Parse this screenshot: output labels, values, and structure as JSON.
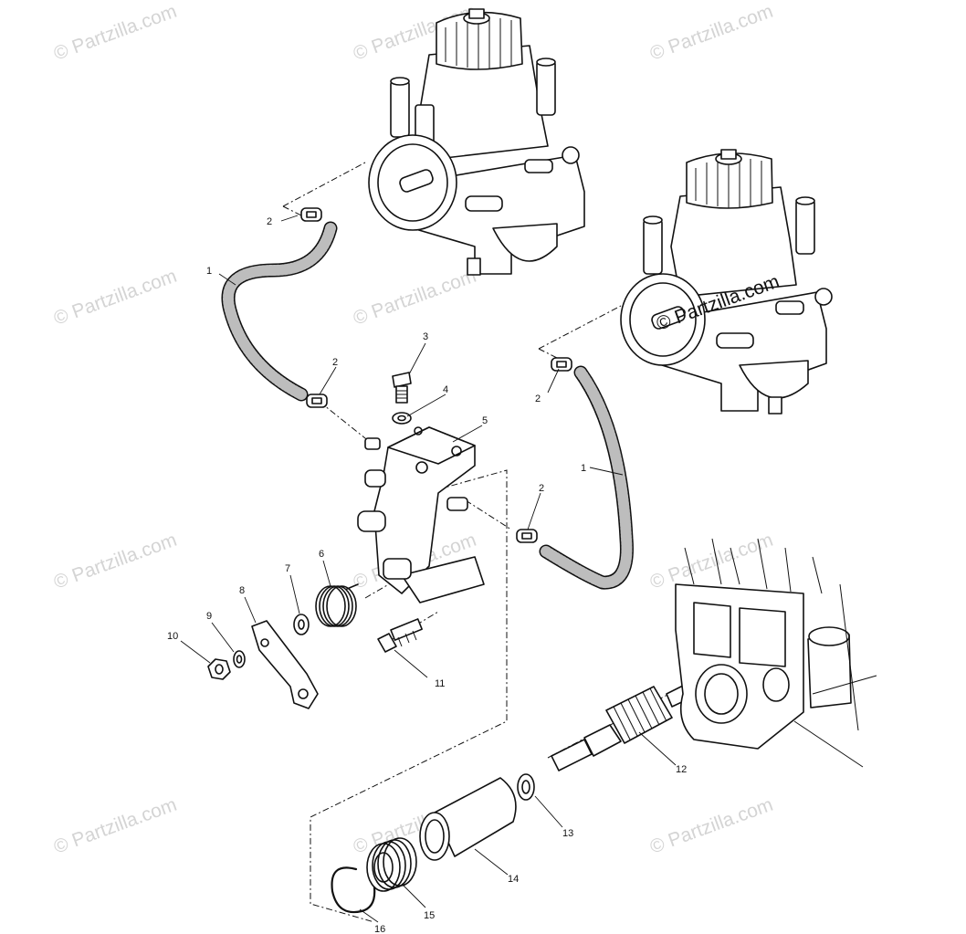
{
  "watermark": {
    "text": "© Partzilla.com",
    "color": "#d4d4d4",
    "emphasis_color": "#111111"
  },
  "callouts": {
    "c1a": "1",
    "c1b": "1",
    "c2a": "2",
    "c2b": "2",
    "c2c": "2",
    "c2d": "2",
    "c3": "3",
    "c4": "4",
    "c5": "5",
    "c6": "6",
    "c7": "7",
    "c8": "8",
    "c9": "9",
    "c10": "10",
    "c11": "11",
    "c12": "12",
    "c13": "13",
    "c14": "14",
    "c15": "15",
    "c16": "16"
  },
  "icons": {
    "carburetor": "carburetor-icon",
    "oil_pump": "oil-pump-icon",
    "hose": "hose-icon",
    "clamp": "hose-clamp-icon",
    "bolt": "bolt-icon",
    "washer": "washer-icon",
    "spring": "spring-icon",
    "lever": "lever-icon",
    "nut": "nut-icon",
    "gear_shaft": "drive-gear-shaft-icon",
    "bushing": "bushing-icon",
    "snap_ring": "snap-ring-icon",
    "crankcase": "crankcase-icon"
  }
}
